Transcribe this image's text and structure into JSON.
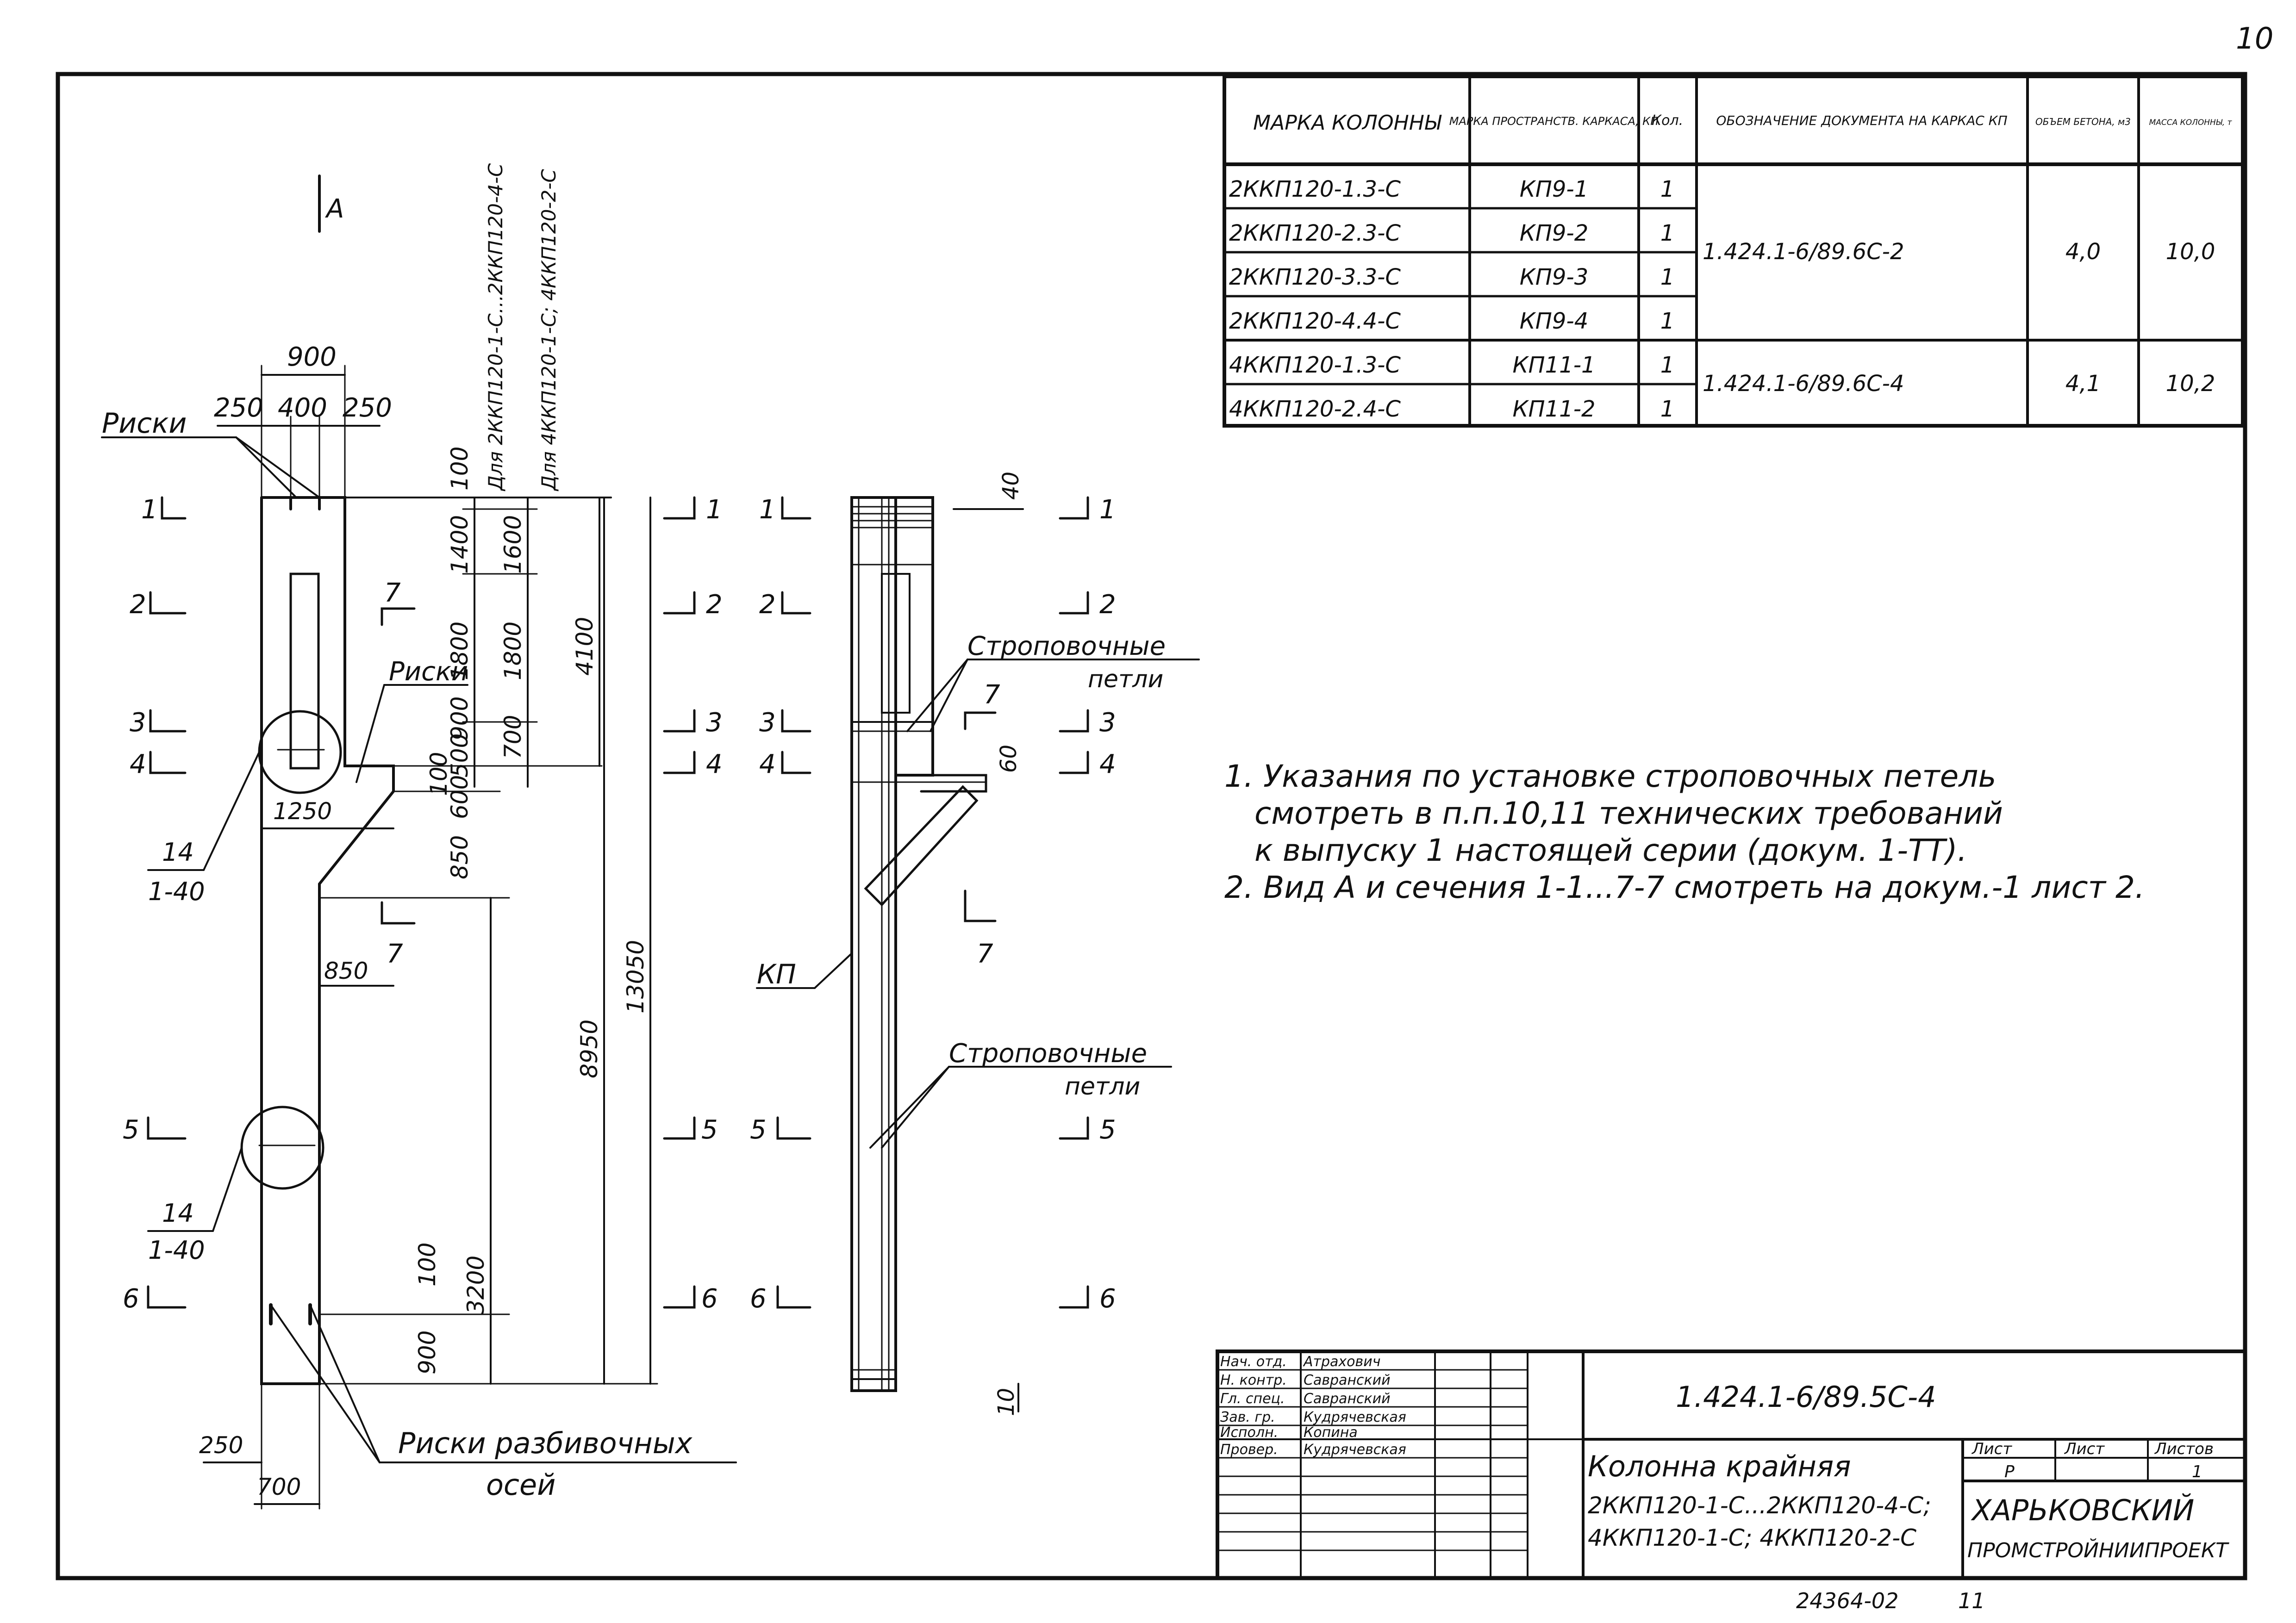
{
  "page_number": "10",
  "spec_table": {
    "headers": {
      "col_mark": "МАРКА КОЛОННЫ",
      "col_frame": "МАРКА ПРОСТРАНСТВ. КАРКАСА, КП",
      "col_qty": "Кол.",
      "col_doc": "ОБОЗНАЧЕНИЕ ДОКУМЕНТА НА КАРКАС КП",
      "col_volume": "ОБЪЕМ БЕТОНА, м3",
      "col_mass": "МАССА КОЛОННЫ, т"
    },
    "rows": [
      {
        "mark": "2ККП120-1.3-С",
        "frame": "КП9-1",
        "qty": "1"
      },
      {
        "mark": "2ККП120-2.3-С",
        "frame": "КП9-2",
        "qty": "1"
      },
      {
        "mark": "2ККП120-3.3-С",
        "frame": "КП9-3",
        "qty": "1"
      },
      {
        "mark": "2ККП120-4.4-С",
        "frame": "КП9-4",
        "qty": "1"
      },
      {
        "mark": "4ККП120-1.3-С",
        "frame": "КП11-1",
        "qty": "1"
      },
      {
        "mark": "4ККП120-2.4-С",
        "frame": "КП11-2",
        "qty": "1"
      }
    ],
    "groups": [
      {
        "doc": "1.424.1-6/89.6С-2",
        "volume": "4,0",
        "mass": "10,0"
      },
      {
        "doc": "1.424.1-6/89.6С-4",
        "volume": "4,1",
        "mass": "10,2"
      }
    ]
  },
  "notes": [
    "1. Указания по установке строповочных петель",
    "смотреть в п.п.10,11 технических требований",
    "к выпуску 1 настоящей серии (докум. 1-ТТ).",
    "2. Вид А и сечения 1-1...7-7 смотреть на докум.-1 лист 2."
  ],
  "drawing": {
    "view_mark": "А",
    "label_riski": "Риски",
    "label_riski_axes_1": "Риски разбивочных",
    "label_riski_axes_2": "осей",
    "label_kp": "КП",
    "label_loops_1": "Строповочные",
    "label_loops_2": "петли",
    "vertical_note_1": "Для 2ККП120-1-С...2ККП120-4-С",
    "vertical_note_2": "Для 4ККП120-1-С; 4ККП120-2-С",
    "callout_num": "14",
    "callout_ref": "1-40",
    "dims": {
      "d900": "900",
      "d250a": "250",
      "d400": "400",
      "d250b": "250",
      "d100": "100",
      "d1400": "1400",
      "d1600": "1600",
      "d1800a": "1800",
      "d1800b": "1800",
      "d4100": "4100",
      "d500": "500",
      "d900b": "900",
      "d700": "700",
      "d100b": "100",
      "d600": "600",
      "d850": "850",
      "d1250": "1250",
      "d850b": "850",
      "d8950": "8950",
      "d13050": "13050",
      "d3200": "3200",
      "d900c": "900",
      "d100c": "100",
      "d250c": "250",
      "d700b": "700",
      "d40": "40",
      "d60": "60",
      "d10": "10"
    },
    "sections": [
      "1",
      "2",
      "3",
      "4",
      "5",
      "6",
      "7"
    ]
  },
  "title_block": {
    "roles": [
      "Нач. отд.",
      "Н. контр.",
      "Гл. спец.",
      "Зав. гр.",
      "Исполн.",
      "Провер."
    ],
    "names": [
      "Атрахович",
      "Савранский",
      "Савранский",
      "Кудрячевская",
      "Копина",
      "Кудрячевская"
    ],
    "doc_code": "1.424.1-6/89.5С-4",
    "title_1": "Колонна крайняя",
    "title_2": "2ККП120-1-С...2ККП120-4-С;",
    "title_3": "4ККП120-1-С; 4ККП120-2-С",
    "stage_label": "Лист",
    "sheet_label": "Лист",
    "sheets_label": "Листов",
    "stage_value": "Р",
    "sheets_value": "1",
    "org_1": "ХАРЬКОВСКИЙ",
    "org_2": "ПРОМСТРОЙНИИПРОЕКТ"
  },
  "footer": {
    "archive_number": "24364-02",
    "sheet_mark": "11"
  }
}
